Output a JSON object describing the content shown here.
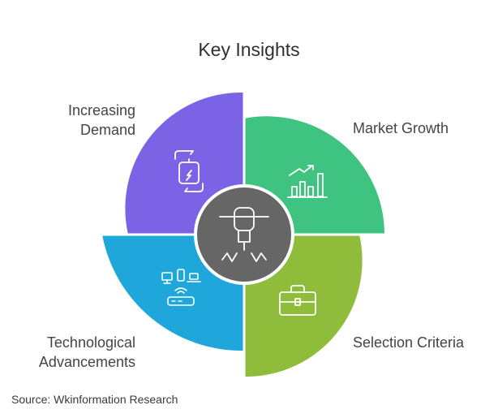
{
  "title": "Key Insights",
  "quadrants": [
    {
      "label": "Market Growth",
      "color": "#3fc380",
      "icon": "growth-chart-icon"
    },
    {
      "label": "Selection Criteria",
      "color": "#8fbc3b",
      "icon": "briefcase-icon"
    },
    {
      "label": "Technological Advancements",
      "color": "#1fa7db",
      "icon": "devices-network-icon"
    },
    {
      "label": "Increasing Demand",
      "color": "#7b63e6",
      "icon": "battery-cycle-icon"
    }
  ],
  "center": {
    "color": "#666666",
    "icon": "jackhammer-icon"
  },
  "source": "Source: Wkinformation Research"
}
